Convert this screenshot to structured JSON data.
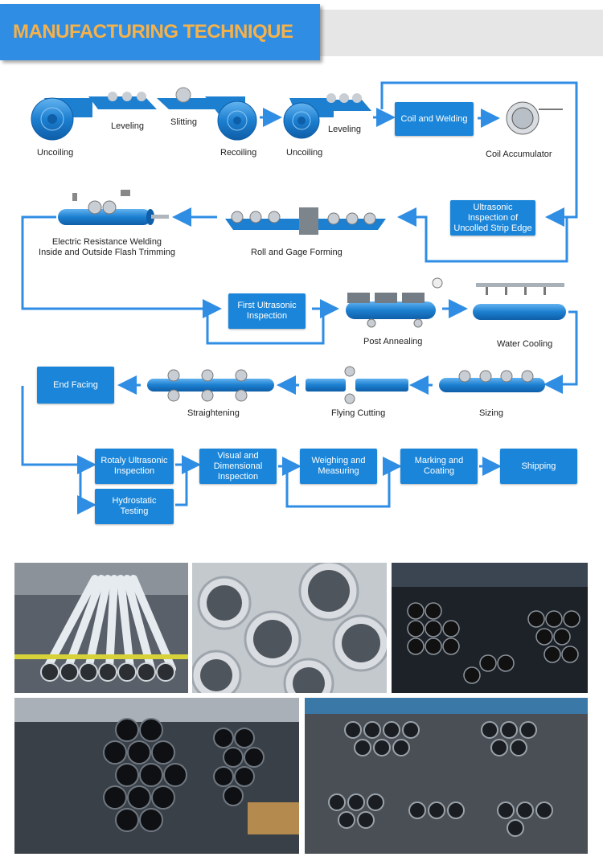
{
  "header": {
    "title": "MANUFACTURING TECHNIQUE"
  },
  "colors": {
    "accent": "#1b86d9",
    "title": "#f6b24a",
    "flow_line": "#2f8de4"
  },
  "flow": {
    "uncoiling_1": "Uncoiling",
    "leveling_1": "Leveling",
    "slitting": "Slitting",
    "recoiling": "Recoiling",
    "uncoiling_2": "Uncoiling",
    "leveling_2": "Leveling",
    "coil_welding": "Coil and Welding",
    "coil_accumulator": "Coil Accumulator",
    "ultrasonic_strip": "Ultrasonic Inspection of Uncolled Strip Edge",
    "roll_forming": "Roll and Gage Forming",
    "erw_line1": "Electric Resistance Welding",
    "erw_line2": "Inside and Outside Flash Trimming",
    "first_ultrasonic": "First Ultrasonic Inspection",
    "post_annealing": "Post Annealing",
    "water_cooling": "Water Cooling",
    "sizing": "Sizing",
    "flying_cutting": "Flying Cutting",
    "straightening": "Straightening",
    "end_facing": "End Facing",
    "rotaly_ultrasonic": "Rotaly Ultrasonic Inspection",
    "hydrostatic": "Hydrostatic Testing",
    "visual_dimensional": "Visual and Dimensional Inspection",
    "weighing": "Weighing and Measuring",
    "marking": "Marking and Coating",
    "shipping": "Shipping"
  }
}
